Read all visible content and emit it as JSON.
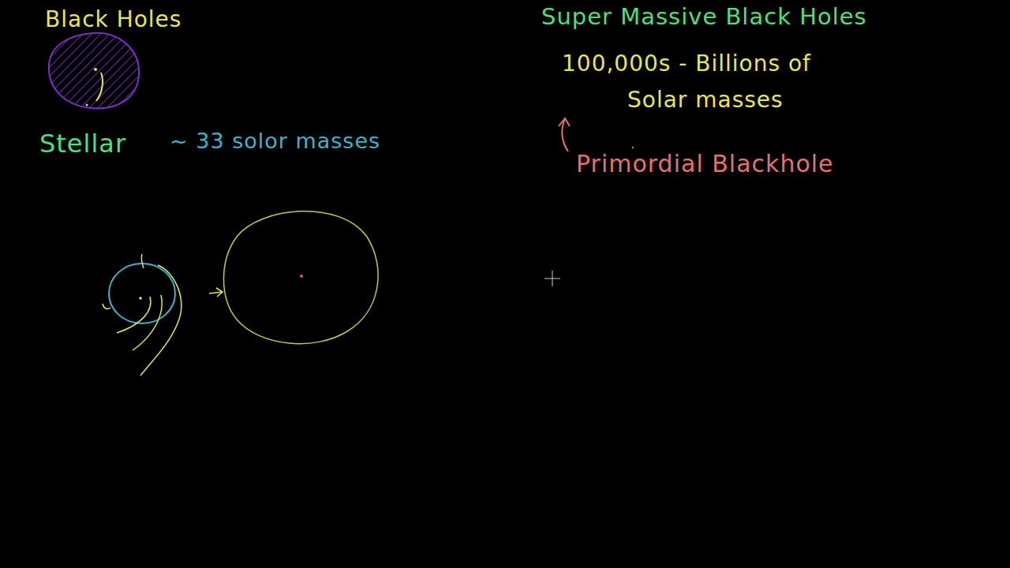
{
  "diagram": {
    "title": "Black Holes",
    "labels": [
      "Stellar",
      "~ 33 solor masses",
      "Super Massive Black Holes",
      "100,000s - Billions of",
      "Solar masses",
      "Primordial Blackhole"
    ]
  }
}
